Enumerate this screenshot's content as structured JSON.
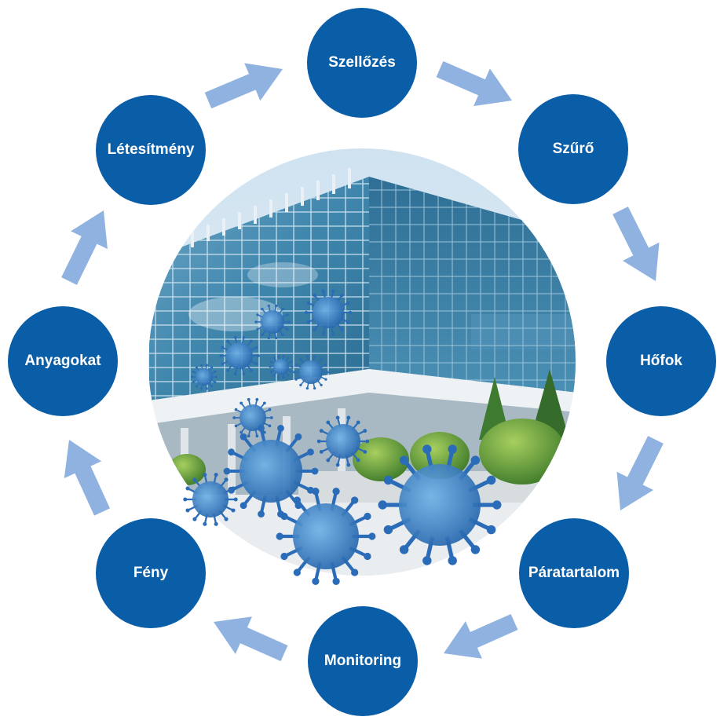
{
  "colors": {
    "node": "#0a5ea8",
    "arrow": "#8fb2e0",
    "glass": "#3a7fa8",
    "sky": "#dce9f3",
    "virus": "#2b6cb8"
  },
  "center_image": {
    "icon": "office-building-with-virus-particles-photo"
  },
  "cycle": [
    {
      "label": "Szellőzés"
    },
    {
      "label": "Szűrő"
    },
    {
      "label": "Hőfok"
    },
    {
      "label": "Páratartalom"
    },
    {
      "label": "Monitoring"
    },
    {
      "label": "Fény"
    },
    {
      "label": "Anyagokat"
    },
    {
      "label": "Létesítmény"
    }
  ]
}
